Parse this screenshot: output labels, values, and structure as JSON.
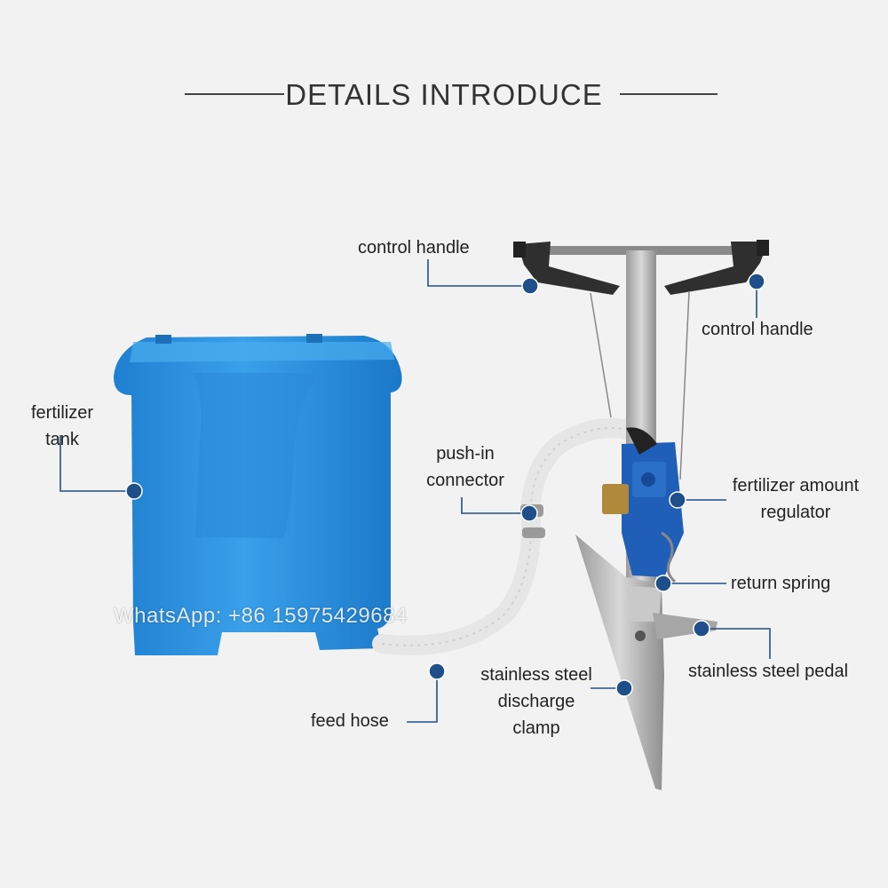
{
  "heading": "DETAILS INTRODUCE",
  "watermark": "WhatsApp: +86 15975429684",
  "colors": {
    "background": "#f2f2f2",
    "tank_blue": "#2a8fdc",
    "leader_dot": "#1f4f8a",
    "leader_line": "#1f4f8a",
    "steel": "#b5b5b5"
  },
  "callouts": {
    "control_handle_left": "control handle",
    "control_handle_right": "control handle",
    "fertilizer_tank_l1": "fertilizer",
    "fertilizer_tank_l2": "tank",
    "push_in_l1": "push-in",
    "push_in_l2": "connector",
    "regulator_l1": "fertilizer amount",
    "regulator_l2": "regulator",
    "return_spring": "return spring",
    "pedal": "stainless steel pedal",
    "clamp_l1": "stainless steel",
    "clamp_l2": "discharge",
    "clamp_l3": "clamp",
    "feed_hose": "feed hose"
  }
}
